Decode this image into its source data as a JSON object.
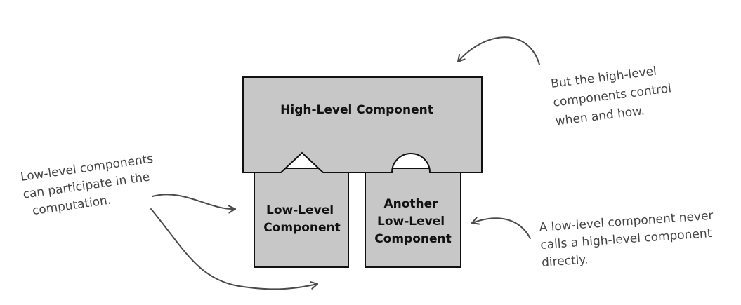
{
  "colors": {
    "component_fill": "#c7c7c7",
    "outline": "#111111",
    "annotation": "#444444"
  },
  "diagram": {
    "high_level": {
      "label": [
        "High-Level Component"
      ]
    },
    "low_level_1": {
      "label": [
        "Low-Level",
        "Component"
      ]
    },
    "low_level_2": {
      "label": [
        "Another",
        "Low-Level",
        "Component"
      ]
    }
  },
  "annotations": {
    "high_controls": {
      "lines": [
        "But the high-level",
        "components control",
        "when and how."
      ]
    },
    "low_participate": {
      "lines": [
        "Low-level components",
        "can participate in the",
        "computation."
      ]
    },
    "low_never_calls": {
      "lines": [
        "A low-level component never",
        "calls a high-level component",
        "directly."
      ]
    }
  }
}
